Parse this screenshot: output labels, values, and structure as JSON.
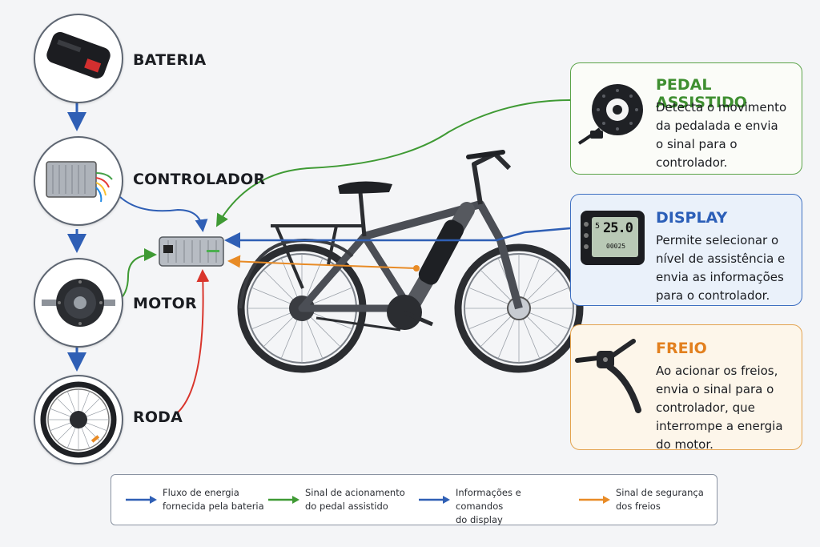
{
  "components": {
    "bateria": {
      "label": "BATERIA",
      "icon": "battery-icon"
    },
    "controlador": {
      "label": "CONTROLADOR",
      "icon": "controller-icon"
    },
    "motor": {
      "label": "MOTOR",
      "icon": "hub-motor-icon"
    },
    "roda": {
      "label": "RODA",
      "icon": "wheel-icon"
    }
  },
  "cards": {
    "pedal": {
      "title": "PEDAL ASSISTIDO",
      "lines": [
        "Detecta o movimento",
        "da pedalada e envia",
        "o sinal para o",
        "controlador."
      ],
      "icon": "pedal-sensor-icon",
      "color": "#3f8f31"
    },
    "display": {
      "title": "DISPLAY",
      "lines": [
        "Permite selecionar o",
        "nível de assistência e",
        "envia as informações",
        "para o controlador."
      ],
      "icon": "lcd-display-icon",
      "readout": "25.0",
      "level": "5",
      "odometer": "00025",
      "color": "#2c5fb8"
    },
    "freio": {
      "title": "FREIO",
      "lines": [
        "Ao acionar os freios,",
        "envia o sinal para o",
        "controlador, que",
        "interrompe a energia",
        "do motor."
      ],
      "icon": "brake-lever-icon",
      "color": "#e2801f"
    }
  },
  "legend": [
    {
      "lines": [
        "Fluxo de energia",
        "fornecida pela bateria"
      ],
      "color": "#2f5fb5"
    },
    {
      "lines": [
        "Sinal de acionamento",
        "do pedal assistido"
      ],
      "color": "#3f9a34"
    },
    {
      "lines": [
        "Informações e comandos",
        "do display"
      ],
      "color": "#2f5fb5"
    },
    {
      "lines": [
        "Sinal de segurança",
        "dos freios"
      ],
      "color": "#e88b26"
    }
  ],
  "colors": {
    "energy": "#2f5fb5",
    "pedal": "#3f9a34",
    "display": "#2f5fb5",
    "brake": "#e88b26",
    "wheel": "#d9352c"
  }
}
